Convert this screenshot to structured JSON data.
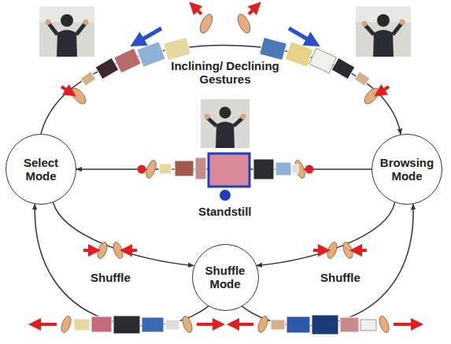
{
  "diagram": {
    "nodes": [
      {
        "text": [
          "Select Mode"
        ]
      },
      {
        "text": [
          "Browsing Mode"
        ]
      },
      {
        "text": [
          "Shuffle Mode"
        ]
      }
    ],
    "edges": [
      {
        "from": 0,
        "to": 1,
        "arrow": "to"
      },
      {
        "from": 1,
        "to": 0,
        "arrow": "to"
      },
      {
        "from": 0,
        "to": 2,
        "arrow": "to"
      },
      {
        "from": 1,
        "to": 2,
        "arrow": "to"
      },
      {
        "from": 2,
        "to": 0,
        "arrow": "to"
      },
      {
        "from": 2,
        "to": 1,
        "arrow": "to"
      }
    ],
    "labels": [
      "Inclining/ Declining Gestures",
      "Standstill",
      "Shuffle",
      "Shuffle"
    ]
  }
}
